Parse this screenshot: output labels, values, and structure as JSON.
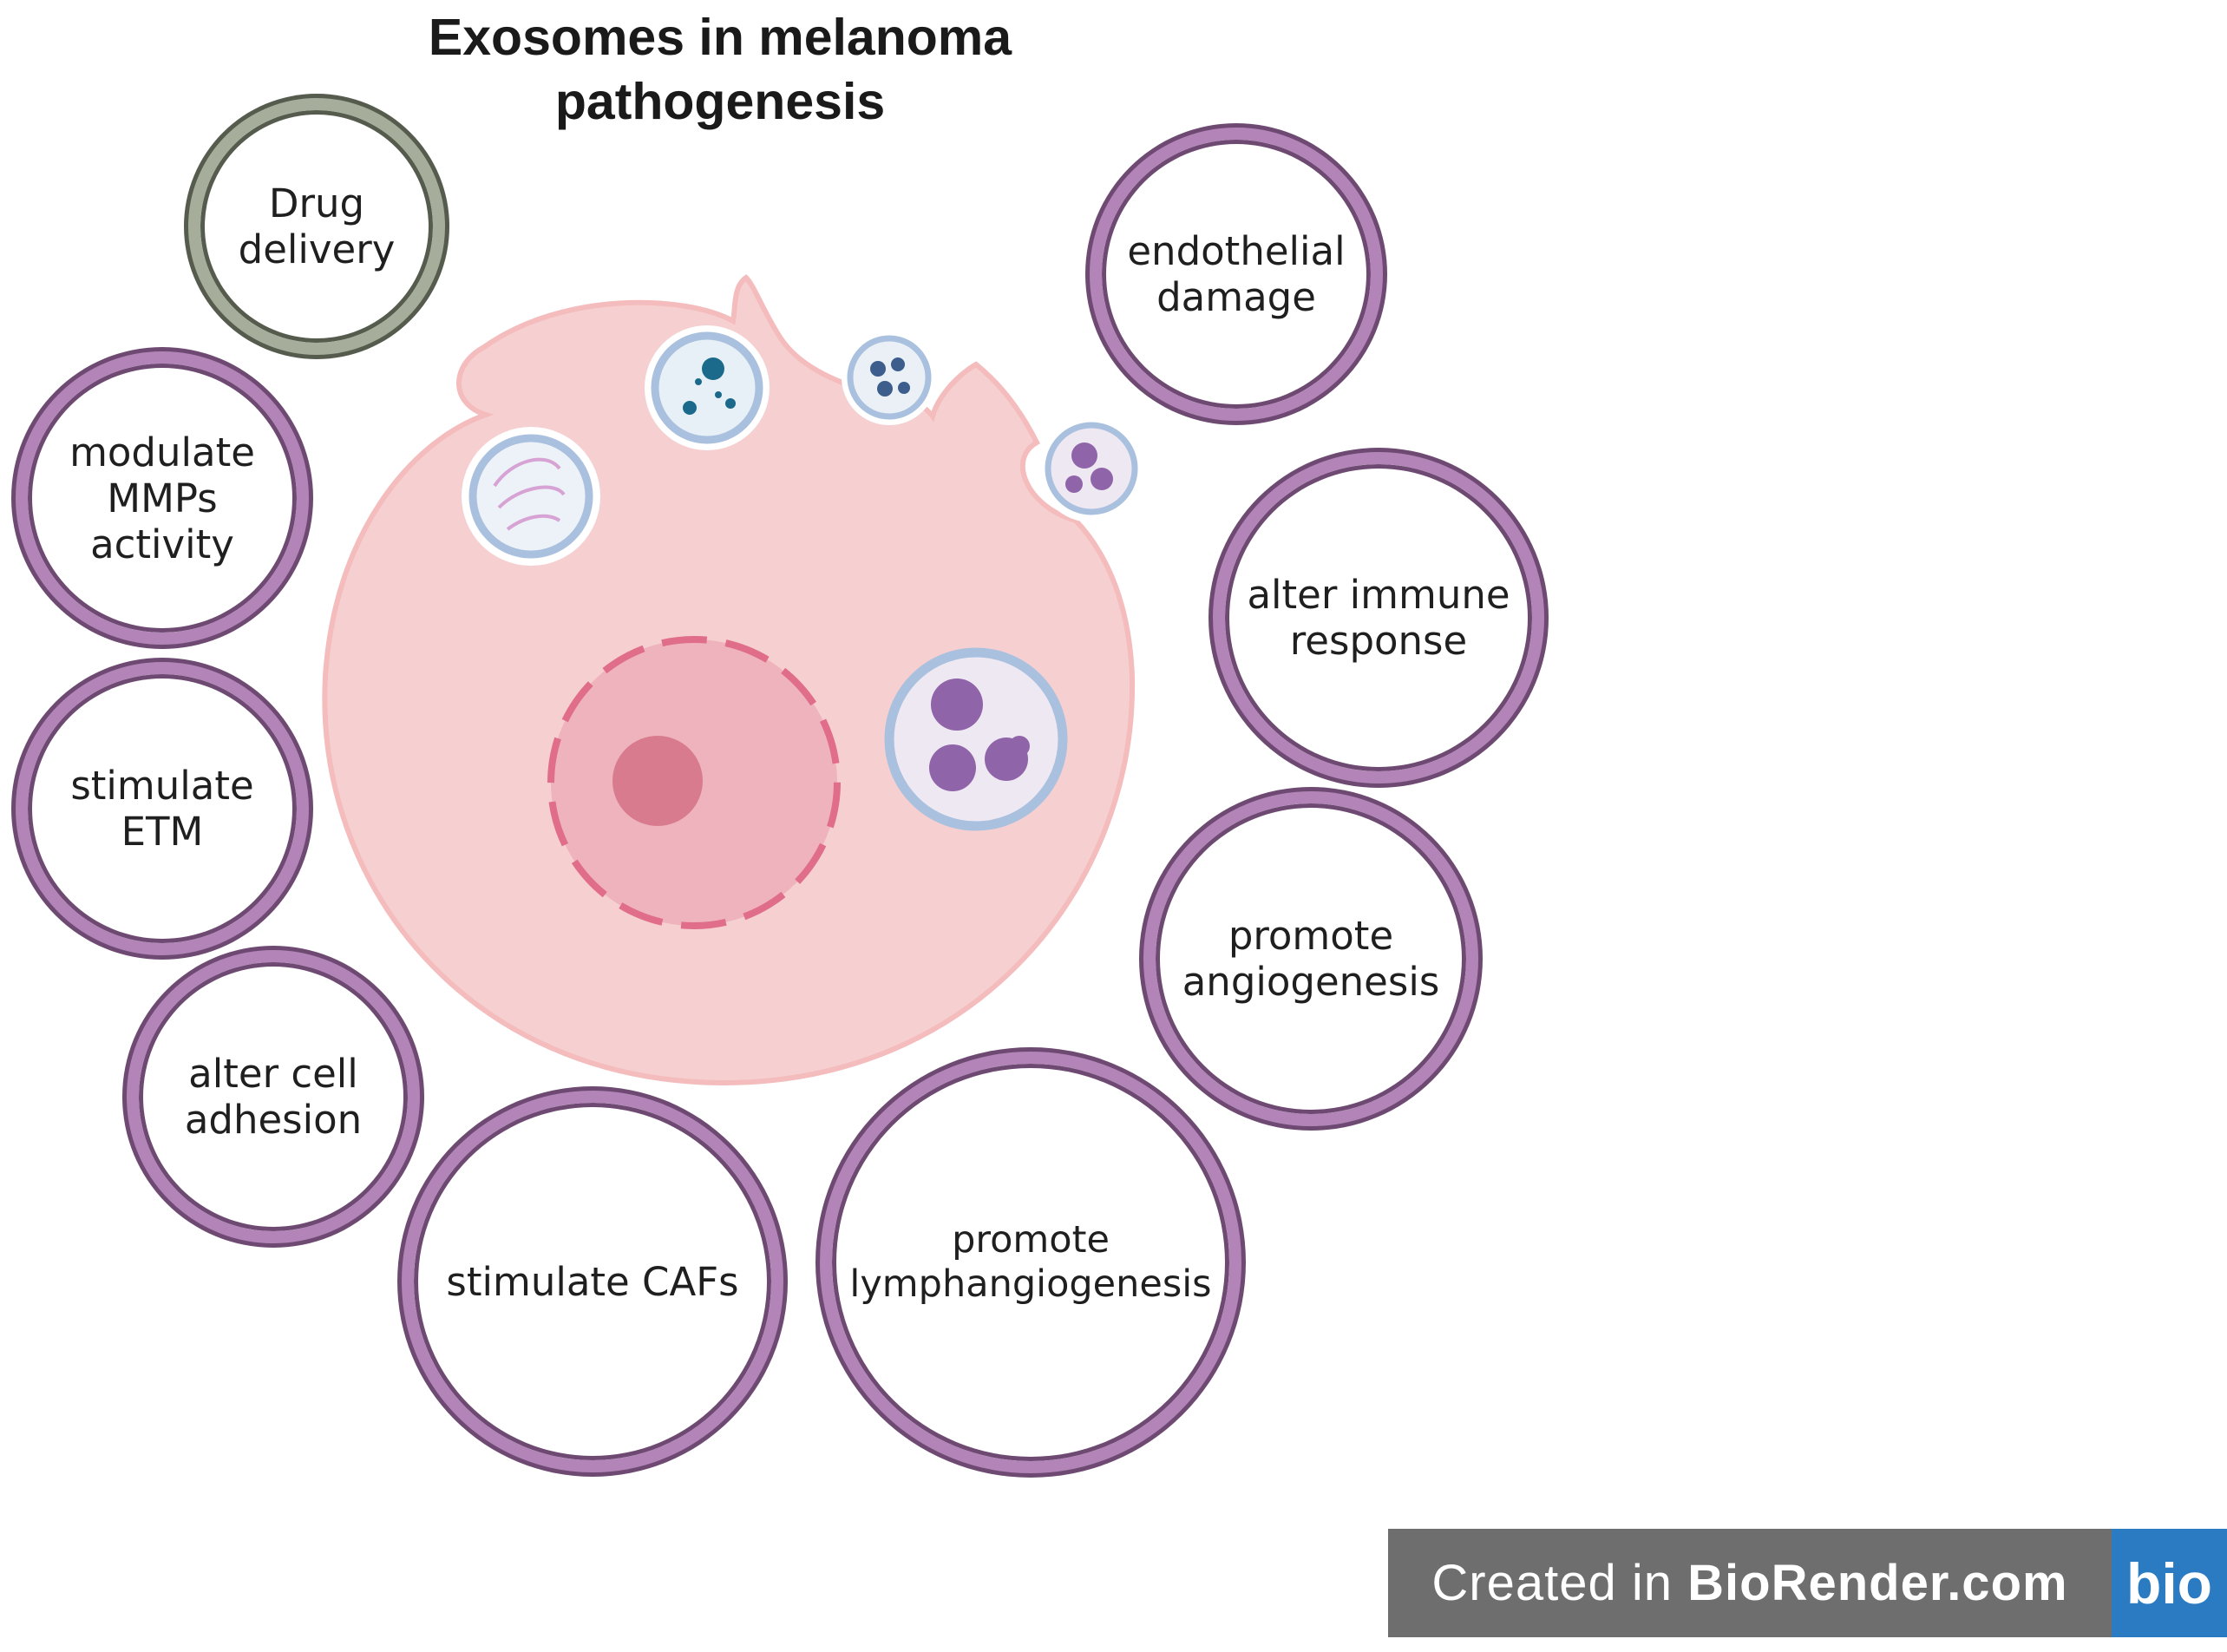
{
  "title": "Exosomes in melanoma\npathogenesis",
  "effects": {
    "drug_delivery": "Drug\ndelivery",
    "endothelial_damage": "endothelial\ndamage",
    "modulate_mmps": "modulate\nMMPs\nactivity",
    "alter_immune": "alter immune\nresponse",
    "stimulate_etm": "stimulate\nETM",
    "promote_angiogenesis": "promote\nangiogenesis",
    "alter_cell_adhesion": "alter cell\nadhesion",
    "stimulate_cafs": "stimulate CAFs",
    "promote_lymphangiogenesis": "promote\nlymphangiogenesis"
  },
  "badge": {
    "prefix": "Created in ",
    "brand": "BioRender.com",
    "logo": "bio"
  },
  "colors": {
    "effect_ring": "#b284b8",
    "drug_delivery_ring": "#a6ad9a",
    "cell_cytoplasm": "#f6d0d0",
    "nucleus": "#eeb3bd",
    "nucleolus": "#d97b8e",
    "vesicle_membrane": "#a9c0de"
  }
}
